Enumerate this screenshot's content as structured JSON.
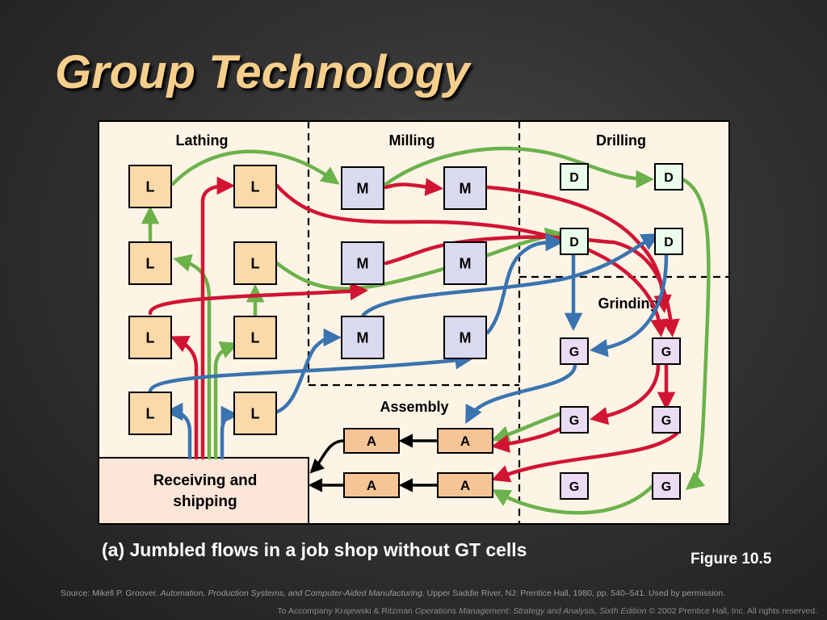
{
  "slide": {
    "title": "Group Technology",
    "caption": "(a) Jumbled flows in a job shop without GT cells",
    "figure": "Figure 10.5",
    "source_prefix": "Source: Mikell P. Groover. ",
    "source_italic": "Automation, Production Systems, and Computer-Aided Manufacturing.",
    "source_suffix": " Upper Saddle River, NJ: Prentice Hall, 1980, pp. 540–541. Used by permission.",
    "footer_prefix": "To Accompany Krajewski & Ritzman ",
    "footer_italic": "Operations Management: Strategy and Analysis, Sixth Edition",
    "footer_suffix": " © 2002 Prentice Hall, Inc. All rights reserved."
  },
  "diagram": {
    "departments": [
      "Lathing",
      "Milling",
      "Drilling",
      "Grinding",
      "Assembly"
    ],
    "receiving_label_line1": "Receiving and",
    "receiving_label_line2": "shipping",
    "machine_labels": {
      "lathe": "L",
      "mill": "M",
      "drill": "D",
      "grinder": "G",
      "assembly": "A"
    },
    "colors": {
      "lathe": "#fcd9a8",
      "mill": "#d9d9ef",
      "drill": "#eafdea",
      "grinder": "#eadcf2",
      "assembly": "#f6c596",
      "panel": "#fdf4e6",
      "flow_green": "#6cb24b",
      "flow_red": "#d21433",
      "flow_blue": "#3a74b0",
      "flow_black": "#000000"
    }
  }
}
